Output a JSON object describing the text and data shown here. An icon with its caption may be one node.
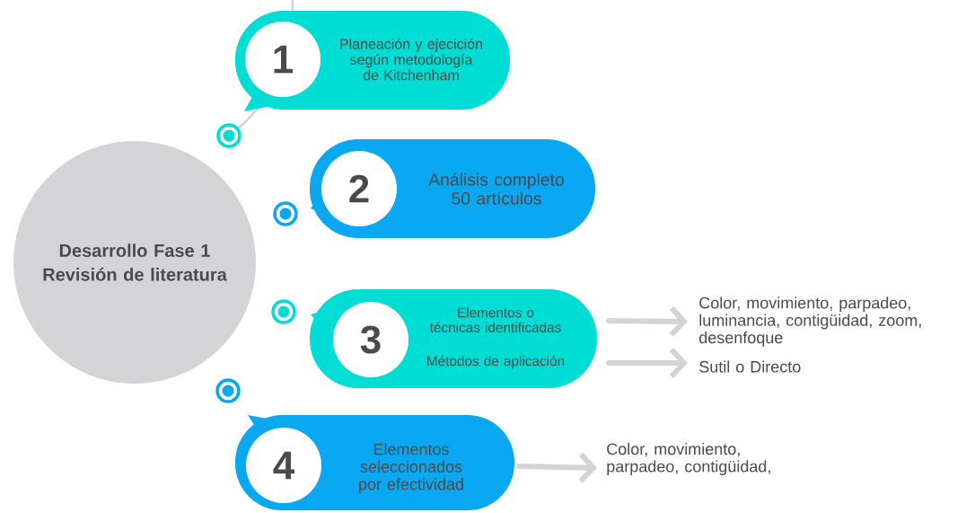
{
  "diagram": {
    "nodes": [
      {
        "text": [
          "Desarrollo Fase 1 Revisión de literatura"
        ]
      },
      {
        "text": [
          "1",
          "Planeación y ejecición según metodología de Kitchenham"
        ]
      },
      {
        "text": [
          "2",
          "Análisis completo 50 artículos"
        ]
      },
      {
        "text": [
          "3",
          "Elementos o técnicas identificadas",
          "Métodos de aplicación"
        ]
      },
      {
        "text": [
          "4",
          "Elementos seleccionados por efectividad"
        ]
      },
      {
        "text": [
          "Color, movimiento, parpadeo, luminancia, contigüidad, zoom, desenfoque"
        ]
      },
      {
        "text": [
          "Sutil o Directo"
        ]
      },
      {
        "text": [
          "Color, movimiento, parpadeo, contigüidad,"
        ]
      }
    ],
    "edges": [
      {
        "from": 3,
        "to": 5,
        "arrow": "to"
      },
      {
        "from": 3,
        "to": 6,
        "arrow": "to"
      },
      {
        "from": 4,
        "to": 7,
        "arrow": "to"
      }
    ]
  }
}
